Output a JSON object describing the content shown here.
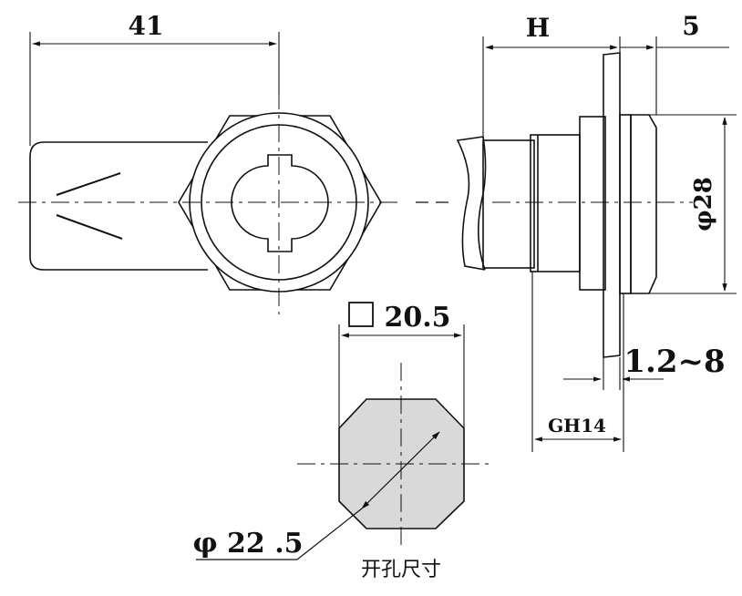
{
  "drawing": {
    "dim_width": "41",
    "dim_h": "H",
    "dim_5": "5",
    "dim_dia28": "φ28",
    "dim_square": "20.5",
    "dim_panel": "1.2~8",
    "dim_gh14": "GH14",
    "dim_cutout_dia": "φ 22 .5",
    "caption": "开孔尺寸"
  },
  "colors": {
    "line": "#111111",
    "cutout_fill": "#d9d9d9"
  }
}
